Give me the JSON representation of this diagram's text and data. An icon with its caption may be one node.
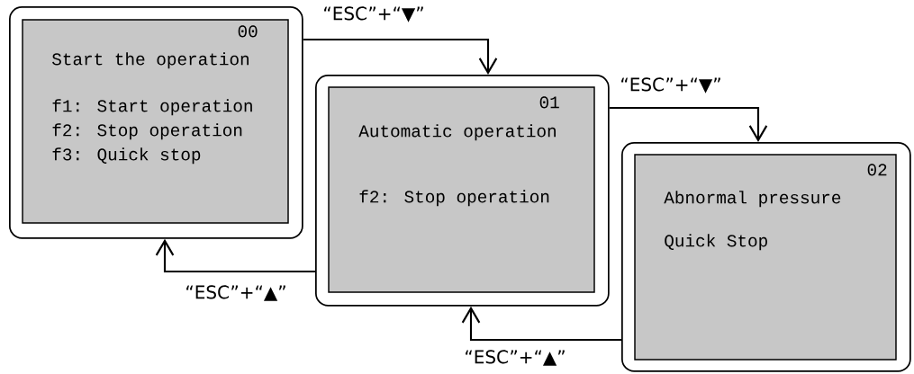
{
  "diagram": {
    "nodes": [
      {
        "text": [
          "00",
          "Start the operation",
          "f1: Start operation",
          "f2: Stop operation",
          "f3: Quick stop"
        ]
      },
      {
        "text": [
          "01",
          "Automatic operation",
          "f2: Stop operation"
        ]
      },
      {
        "text": [
          "02",
          "Abnormal pressure",
          "Quick Stop"
        ]
      }
    ],
    "edges": [
      {
        "from": 0,
        "to": 1,
        "arrow": "to",
        "label": "“ESC”+“▼”"
      },
      {
        "from": 1,
        "to": 2,
        "arrow": "to",
        "label": "“ESC”+“▼”"
      },
      {
        "from": 1,
        "to": 0,
        "arrow": "to",
        "label": "“ESC”+“▲”"
      },
      {
        "from": 2,
        "to": 1,
        "arrow": "to",
        "label": "“ESC”+“▲”"
      }
    ]
  }
}
